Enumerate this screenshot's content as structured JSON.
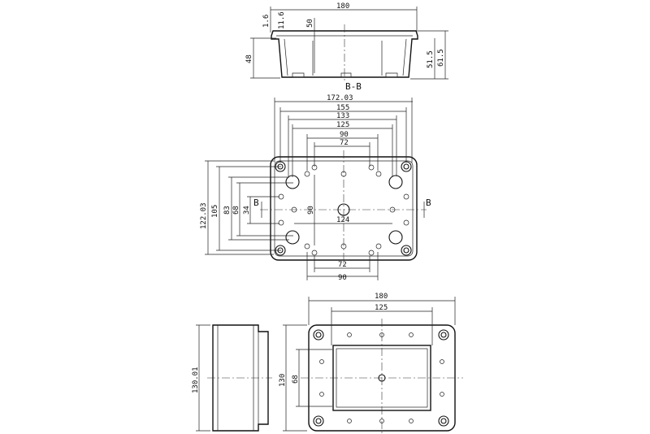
{
  "section_view": {
    "title": "B-B",
    "dims": {
      "width": "180",
      "lid_thickness": "1.6",
      "lid_depth": "11.6",
      "inner_depth": "50",
      "body_height": "48",
      "height_inner": "51.5",
      "height_total": "61.5"
    }
  },
  "plan_view": {
    "top_dims": [
      "172.03",
      "155",
      "133",
      "125",
      "90",
      "72"
    ],
    "left_dims": [
      "122.03",
      "105",
      "83",
      "68",
      "34"
    ],
    "section_marker": "B",
    "inner_vertical": "90",
    "inner_horizontal": "124",
    "bottom_dims": [
      "72",
      "90"
    ]
  },
  "side_view": {
    "height": "130.01"
  },
  "front_view": {
    "width": "180",
    "inner_width": "125",
    "height": "130",
    "inner_height": "68"
  }
}
